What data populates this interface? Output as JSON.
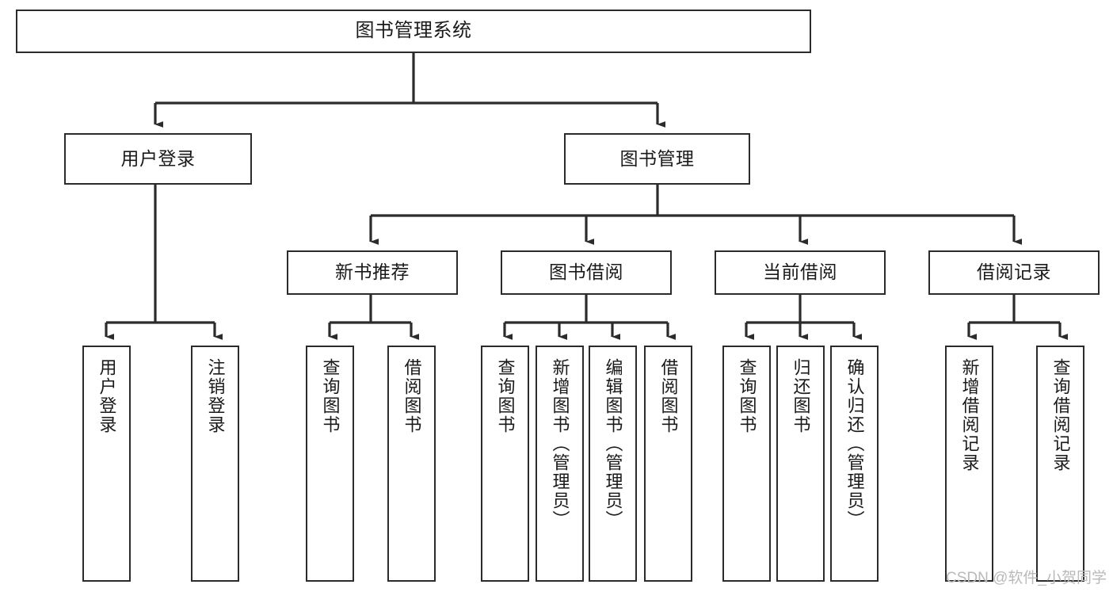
{
  "diagram": {
    "title": "图书管理系统",
    "type": "tree",
    "colors": {
      "box_border": "#2b2b2b",
      "box_fill": "#ffffff",
      "edge": "#2b2b2b",
      "text": "#1a1a1a",
      "watermark": "#b9b9b9",
      "background": "#ffffff"
    },
    "watermark": "CSDN @软件_小贺同学",
    "nodes": {
      "root": {
        "label": "图书管理系统"
      },
      "level2": [
        {
          "id": "user-login",
          "label": "用户登录"
        },
        {
          "id": "book-manage",
          "label": "图书管理"
        }
      ],
      "level3": [
        {
          "id": "new-book-recommend",
          "label": "新书推荐"
        },
        {
          "id": "book-borrow",
          "label": "图书借阅"
        },
        {
          "id": "current-borrow",
          "label": "当前借阅"
        },
        {
          "id": "borrow-record",
          "label": "借阅记录"
        }
      ],
      "leaves": {
        "user-login": [
          {
            "id": "leaf-user-login",
            "label": "用户登录"
          },
          {
            "id": "leaf-user-logout",
            "label": "注销登录"
          }
        ],
        "new-book-recommend": [
          {
            "id": "leaf-query-book-1",
            "label": "查询图书"
          },
          {
            "id": "leaf-borrow-book-1",
            "label": "借阅图书"
          }
        ],
        "book-borrow": [
          {
            "id": "leaf-query-book-2",
            "label": "查询图书"
          },
          {
            "id": "leaf-add-book",
            "label": "新增图书（管理员）"
          },
          {
            "id": "leaf-edit-book",
            "label": "编辑图书（管理员）"
          },
          {
            "id": "leaf-borrow-book-2",
            "label": "借阅图书"
          }
        ],
        "current-borrow": [
          {
            "id": "leaf-query-book-3",
            "label": "查询图书"
          },
          {
            "id": "leaf-return-book",
            "label": "归还图书"
          },
          {
            "id": "leaf-confirm-return",
            "label": "确认归还（管理员）"
          }
        ],
        "borrow-record": [
          {
            "id": "leaf-add-record",
            "label": "新增借阅记录"
          },
          {
            "id": "leaf-query-record",
            "label": "查询借阅记录"
          }
        ]
      }
    }
  }
}
